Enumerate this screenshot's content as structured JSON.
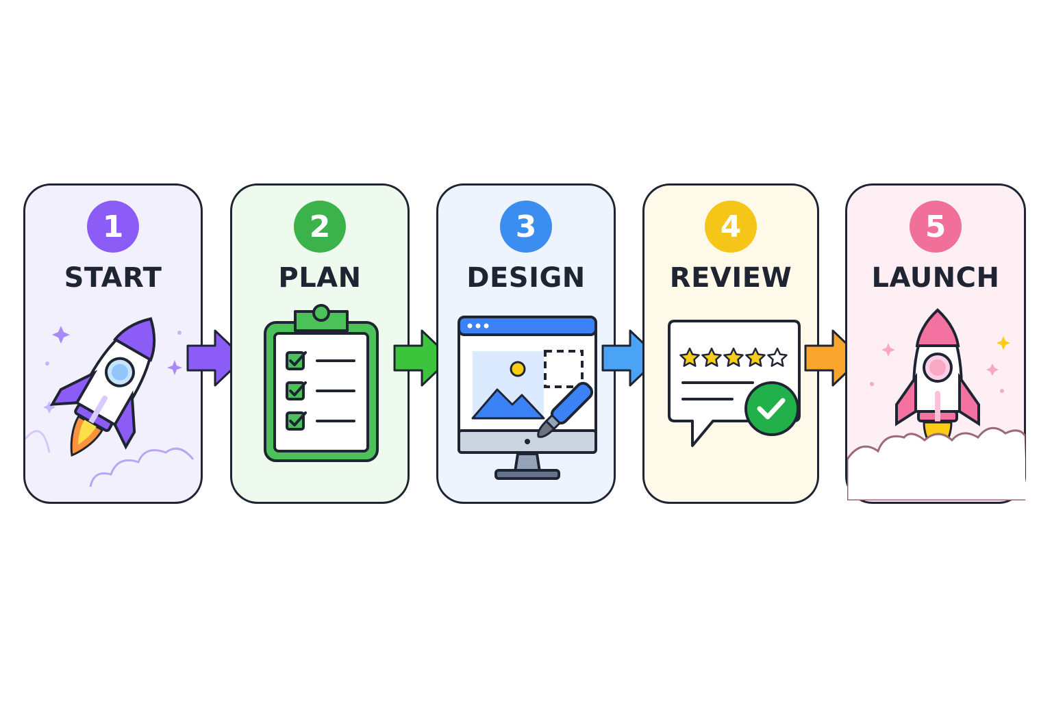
{
  "steps": [
    {
      "number": "1",
      "label": "START",
      "color": "#8b5cf6",
      "bg": "#f3f0fe",
      "icon": "rocket-icon"
    },
    {
      "number": "2",
      "label": "PLAN",
      "color": "#3cb34a",
      "bg": "#eefaee",
      "icon": "clipboard-checklist-icon"
    },
    {
      "number": "3",
      "label": "DESIGN",
      "color": "#3b8ef0",
      "bg": "#eef4fd",
      "icon": "design-monitor-icon"
    },
    {
      "number": "4",
      "label": "REVIEW",
      "color": "#f5c518",
      "bg": "#fef9e8",
      "icon": "review-stars-icon"
    },
    {
      "number": "5",
      "label": "LAUNCH",
      "color": "#f0709a",
      "bg": "#fdeff3",
      "icon": "launch-rocket-icon"
    }
  ],
  "arrows": [
    {
      "color": "#8b5cf6",
      "icon": "arrow-right-icon"
    },
    {
      "color": "#3cc43c",
      "icon": "arrow-right-icon"
    },
    {
      "color": "#4aa3f5",
      "icon": "arrow-right-icon"
    },
    {
      "color": "#f7a52d",
      "icon": "arrow-right-icon"
    }
  ]
}
